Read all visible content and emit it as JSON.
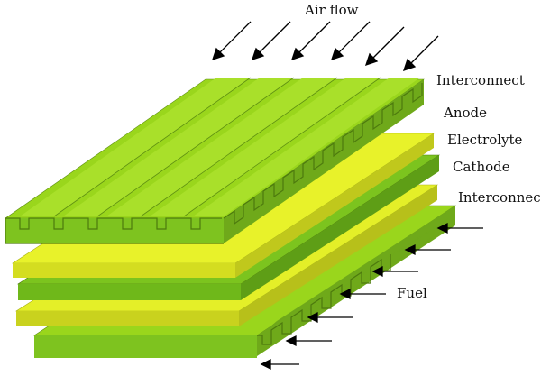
{
  "labels": {
    "air_flow": "Air flow",
    "interconnect_top": "Interconnect",
    "anode": "Anode",
    "electrolyte": "Electrolyte",
    "cathode": "Cathode",
    "interconnect_bottom": "Interconnect",
    "fuel": "Fuel"
  },
  "colors": {
    "interconnect_top_face": "#9AD61C",
    "interconnect_rib_side": "#6FA91A",
    "interconnect_front_face": "#7EC31F",
    "anode": "#E8F22A",
    "electrolyte": "#7CC41E",
    "cathode": "#E4EF28",
    "arrow": "#000000"
  },
  "counts": {
    "air_channels": 6,
    "fuel_channels": 7
  }
}
